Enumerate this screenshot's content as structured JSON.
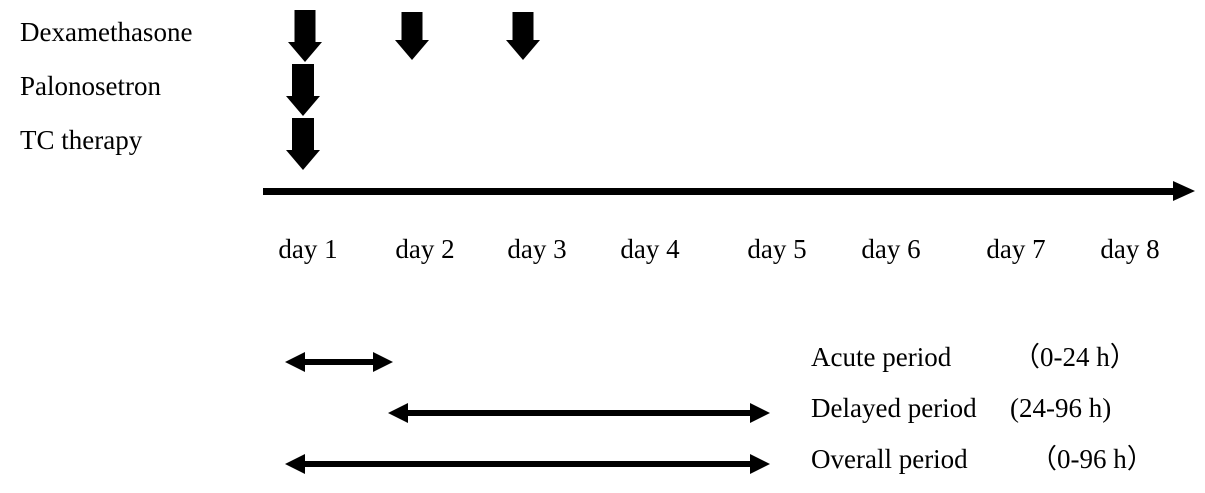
{
  "figure": {
    "type": "timeline-diagram",
    "rows": [
      {
        "label": "Dexamethasone",
        "arrow_days": [
          1,
          2,
          3
        ]
      },
      {
        "label": "Palonosetron",
        "arrow_days": [
          1
        ]
      },
      {
        "label": "TC therapy",
        "arrow_days": [
          1
        ]
      }
    ],
    "axis": {
      "day_labels": [
        "day 1",
        "day 2",
        "day 3",
        "day 4",
        "day 5",
        "day 6",
        "day 7",
        "day 8"
      ],
      "arrowhead": "right"
    },
    "periods": [
      {
        "name": "Acute period",
        "range": "（0-24 h）",
        "from_day": 1,
        "to_day": 2
      },
      {
        "name": "Delayed period",
        "range": "(24-96 h)",
        "from_day": 2,
        "to_day": 5
      },
      {
        "name": "Overall period",
        "range": "（0-96 h）",
        "from_day": 1,
        "to_day": 5
      }
    ]
  }
}
